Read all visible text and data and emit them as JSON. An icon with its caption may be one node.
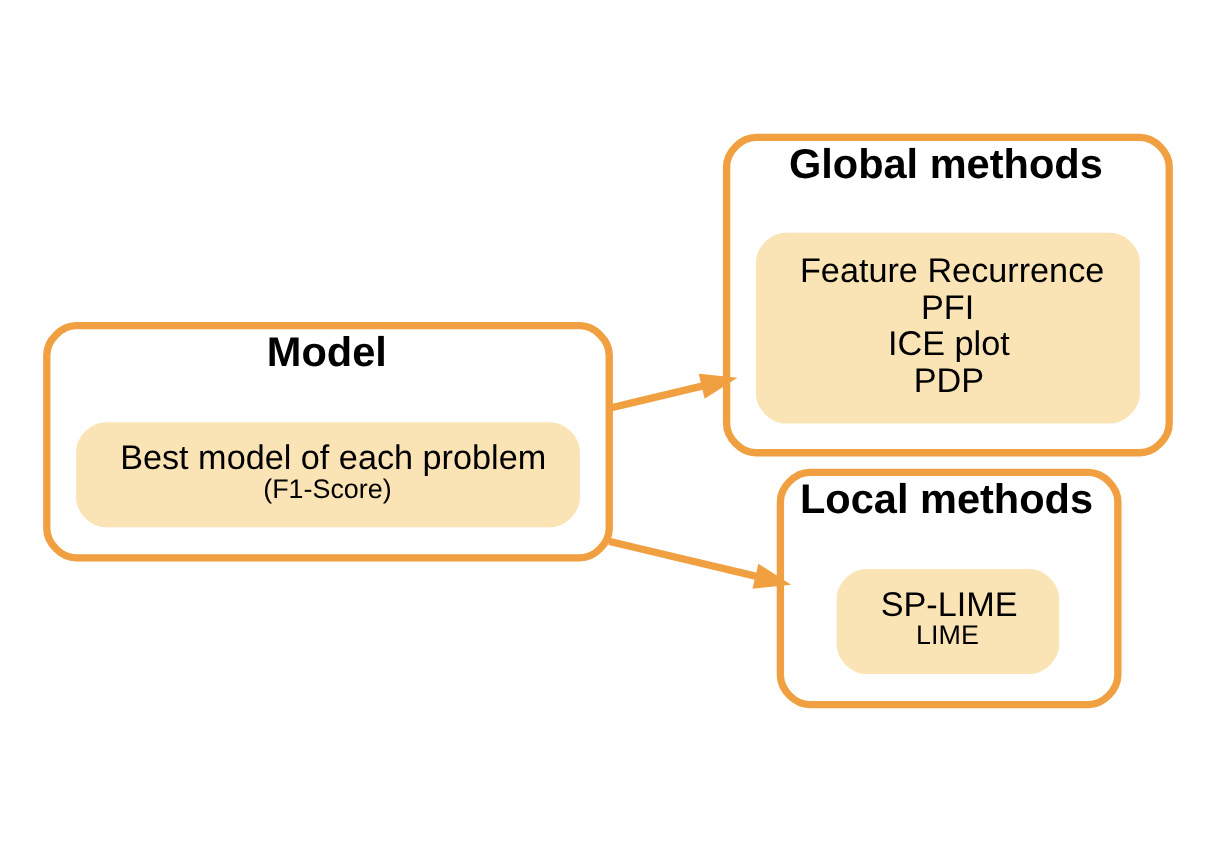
{
  "diagram": {
    "nodes": [
      {
        "text": [
          "Model"
        ]
      },
      {
        "text": [
          "Best model of each problem",
          "(F1-Score)"
        ],
        "in": 0
      },
      {
        "text": [
          "Global methods"
        ]
      },
      {
        "text": [
          "Feature Recurrence",
          "PFI",
          "ICE plot",
          "PDP"
        ],
        "in": 2
      },
      {
        "text": [
          "Local methods"
        ]
      },
      {
        "text": [
          "SP-LIME",
          "LIME"
        ],
        "in": 4
      }
    ],
    "edges": [
      {
        "from": 0,
        "to": 2,
        "arrow": "to"
      },
      {
        "from": 0,
        "to": 4,
        "arrow": "to"
      }
    ]
  }
}
